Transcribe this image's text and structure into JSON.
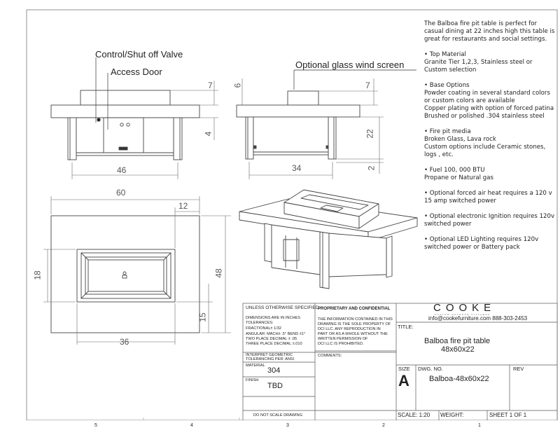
{
  "callouts": {
    "valve": "Control/Shut off Valve",
    "access_door": "Access Door",
    "wind_screen": "Optional glass wind screen"
  },
  "dimensions": {
    "front": {
      "width": "46",
      "top_depth": "7",
      "height": "4"
    },
    "side": {
      "width": "34",
      "top_depth": "7",
      "screen": "6",
      "height": "22",
      "leg_foot": "2"
    },
    "top": {
      "width": "60",
      "inner_offset": "12",
      "depth": "48",
      "burner_depth": "18",
      "burner_width": "36",
      "lower_offset": "15"
    }
  },
  "notes": [
    "The Balboa fire pit table is perfect for casual dining at 22 inches high this table is great for restaurants and social settings.",
    "• Top Material\nGranite Tier 1,2,3, Stainless steel or Custom selection",
    " • Base Options\nPowder coating in several standard colors or custom colors are available\nCopper plating with option of forced patina\nBrushed or polished .304 stainless steel",
    "• Fire pit media\nBroken Glass, Lava rock\nCustom options include Ceramic stones, logs , etc.",
    "• Fuel  100, 000 BTU\nPropane or Natural gas",
    "• Optional forced air heat requires a 120 v 15 amp switched power",
    "• Optional electronic Ignition requires 120v switched power",
    "• Optional LED Lighting requires 120v switched power or Battery pack"
  ],
  "title_block": {
    "unless": "UNLESS OTHERWISE SPECIFIED:",
    "tolerance_lines": [
      "DIMENSIONS ARE IN INCHES",
      "TOLERANCES:",
      "FRACTIONAL± 1/32",
      "ANGULAR: MACH± .5° BEND ±1°",
      "TWO PLACE DECIMAL    ± .05",
      "THREE PLACE DECIMAL  ±.010"
    ],
    "interpret": [
      "INTERPRET GEOMETRIC",
      "TOLERANCING PER: ANSI"
    ],
    "material_label": "MATERIAL",
    "material": "304",
    "finish_label": "FINISH",
    "finish": "TBD",
    "do_not_scale": "DO NOT SCALE DRAWING",
    "proprietary_title": "PROPRIETARY AND CONFIDENTIAL",
    "proprietary_lines": [
      "THE INFORMATION CONTAINED IN THIS",
      "DRAWING IS THE SOLE PROPERTY OF",
      "DCI LLC. ANY REPRODUCTION IN",
      "PART OR AS A WHOLE WITHOUT THE",
      "WRITTEN PERMISSION OF",
      "DCI LLC IS PROHIBITED."
    ],
    "comments_label": "COMMENTS:",
    "company": "COOKE",
    "company_tag": "CUSTOM OUTDOOR KITCHENS",
    "contact": "info@cookefurniture.com 888-303-2453",
    "title_label": "TITLE:",
    "title_line1": "Balboa fire pit table",
    "title_line2": "48x60x22",
    "size_label": "SIZE",
    "size": "A",
    "dwg_label": "DWG.  NO.",
    "dwg_no": "Balboa-48x60x22",
    "rev_label": "REV",
    "scale": "SCALE: 1:20",
    "weight": "WEIGHT:",
    "sheet": "SHEET 1 OF 1"
  },
  "zones": [
    "5",
    "4",
    "3",
    "2",
    "1"
  ]
}
